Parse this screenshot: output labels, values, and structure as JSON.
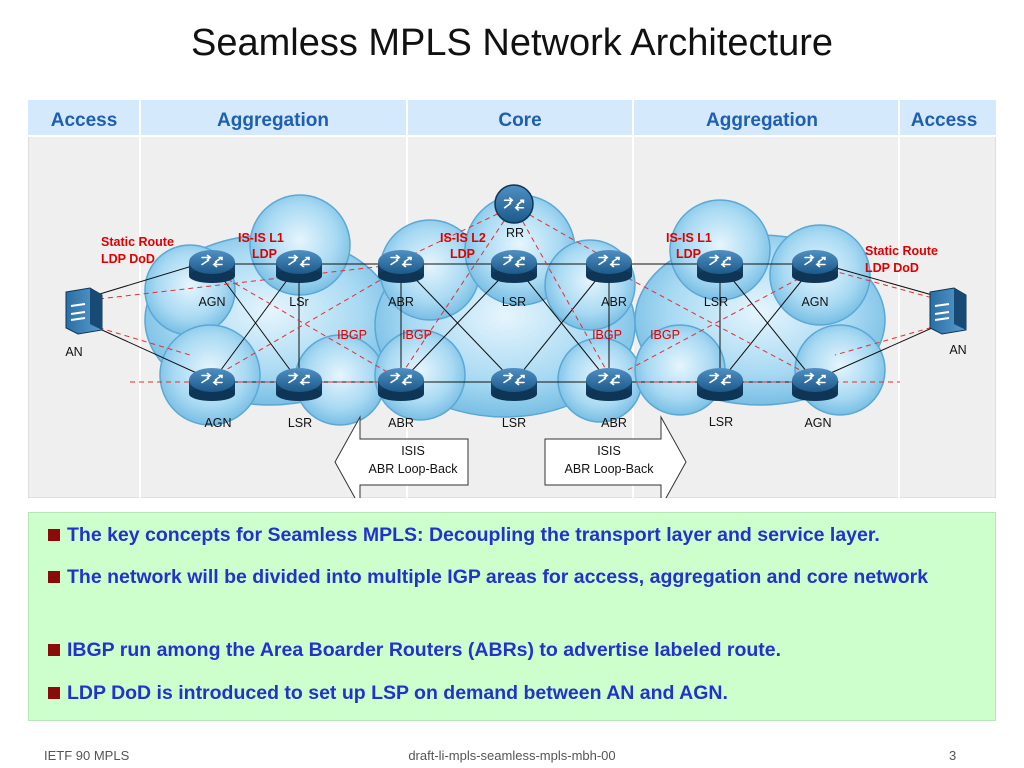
{
  "title": "Seamless MPLS Network Architecture",
  "header": {
    "columns": [
      "Access",
      "Aggregation",
      "Core",
      "Aggregation",
      "Access"
    ]
  },
  "diagram": {
    "left_annotation": {
      "line1": "Static Route",
      "line2": "LDP DoD"
    },
    "right_annotation": {
      "line1": "Static Route",
      "line2": "LDP DoD"
    },
    "isis_l1_left": {
      "line1": "IS-IS L1",
      "line2": "LDP"
    },
    "isis_l2": {
      "line1": "IS-IS L2",
      "line2": "LDP"
    },
    "isis_l1_right": {
      "line1": "IS-IS L1",
      "line2": "LDP"
    },
    "rr_label": "RR",
    "an_left": "AN",
    "an_right": "AN",
    "top_row_labels": [
      "AGN",
      "LSr",
      "ABR",
      "LSR",
      "ABR",
      "LSR",
      "AGN"
    ],
    "bottom_row_labels": [
      "AGN",
      "LSR",
      "ABR",
      "LSR",
      "ABR",
      "LSR",
      "AGN"
    ],
    "ibgp_labels": [
      "IBGP",
      "IBGP",
      "IBGP",
      "IBGP"
    ],
    "loopback_left": {
      "line1": "ISIS",
      "line2": "ABR Loop-Back"
    },
    "loopback_right": {
      "line1": "ISIS",
      "line2": "ABR Loop-Back"
    },
    "colors": {
      "header_bg": "#d4e9fb",
      "header_text": "#1f5fb0",
      "annotation_red": "#dd0000",
      "cloud": "#7fc4e8",
      "router": "#1e5e8e"
    }
  },
  "bullets": [
    "The key concepts for Seamless MPLS: Decoupling the transport layer and service layer.",
    "The network will be divided into multiple IGP areas for access, aggregation and core network",
    "IBGP run among the Area Boarder Routers (ABRs) to advertise labeled route.",
    "LDP DoD is introduced to set up LSP on demand between AN and AGN."
  ],
  "footer": {
    "left": "IETF 90 MPLS",
    "center": "draft-li-mpls-seamless-mpls-mbh-00",
    "right": "3"
  }
}
